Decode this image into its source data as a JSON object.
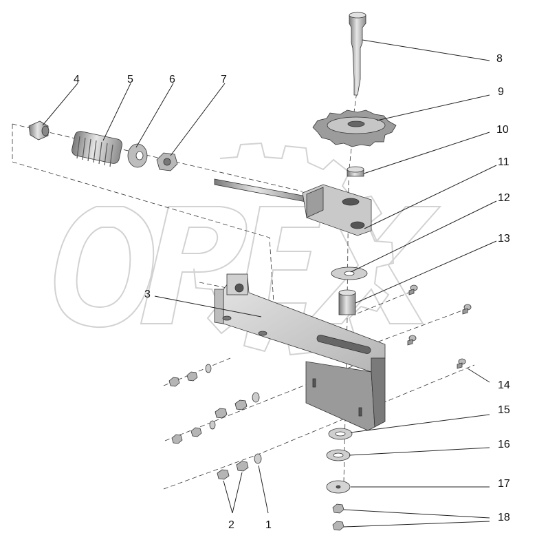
{
  "watermark": "OPEX",
  "corner_mark": "",
  "callouts": {
    "c1": "1",
    "c2": "2",
    "c3": "3",
    "c4": "4",
    "c5": "5",
    "c6": "6",
    "c7": "7",
    "c8": "8",
    "c9": "9",
    "c10": "10",
    "c11": "11",
    "c12": "12",
    "c13": "13",
    "c14": "14",
    "c15": "15",
    "c16": "16",
    "c17": "17",
    "c18": "18"
  },
  "colors": {
    "metal_light": "#d8d8d8",
    "metal_mid": "#a9a9a9",
    "metal_dark": "#6d6d6d",
    "watermark": "#d2d2d2"
  }
}
